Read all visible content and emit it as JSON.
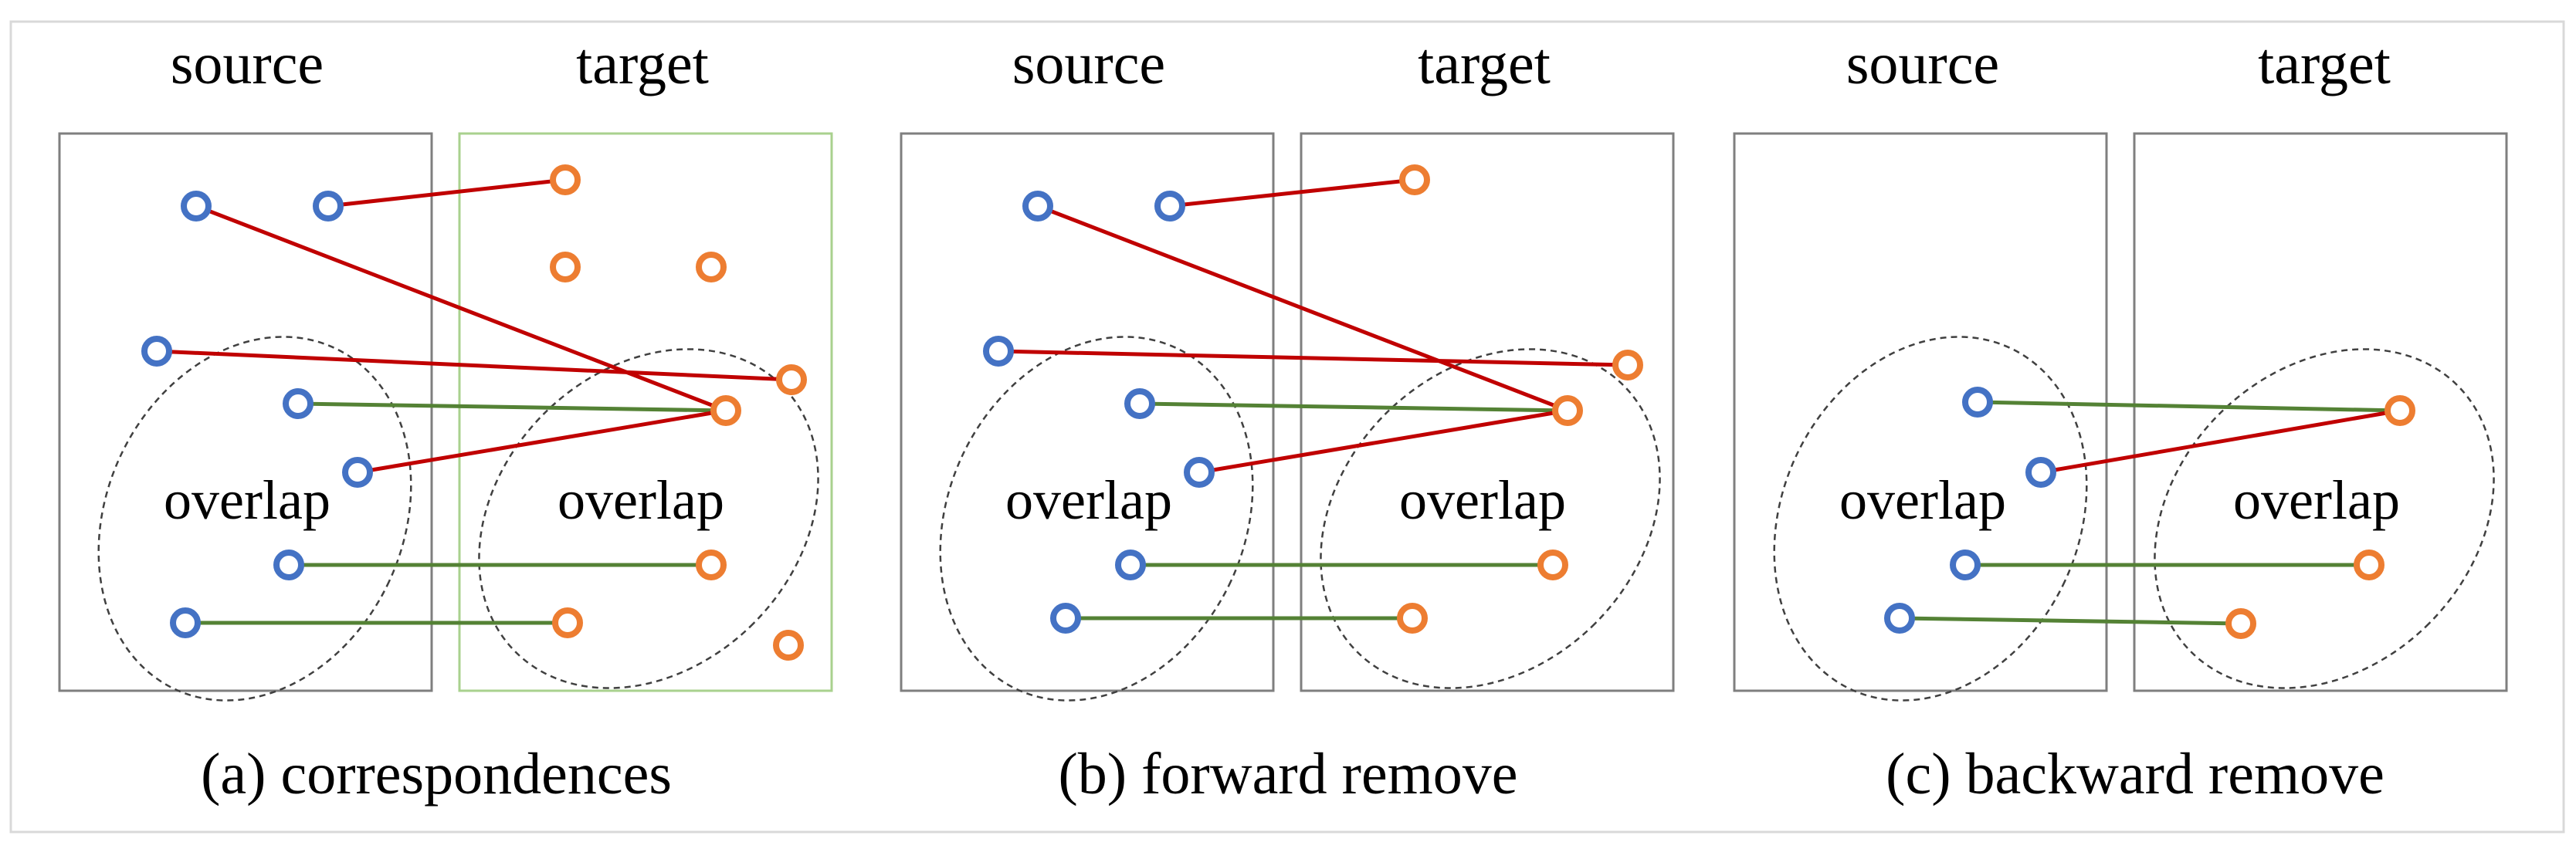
{
  "colors": {
    "source_point": "#4472c4",
    "target_point": "#ed7d31",
    "inlier_line": "#548235",
    "outlier_line": "#c00000",
    "box_border": "#7f7f7f",
    "box_border_highlight": "#a9d18e",
    "ellipse": "#404040"
  },
  "panels": [
    {
      "id": "a",
      "source_title": "source",
      "target_title": "target",
      "overlap_source": "overlap",
      "overlap_target": "overlap",
      "caption": "(a) correspondences"
    },
    {
      "id": "b",
      "source_title": "source",
      "target_title": "target",
      "overlap_source": "overlap",
      "overlap_target": "overlap",
      "caption": "(b) forward remove"
    },
    {
      "id": "c",
      "source_title": "source",
      "target_title": "target",
      "overlap_source": "overlap",
      "overlap_target": "overlap",
      "caption": "(c) backward remove"
    }
  ]
}
